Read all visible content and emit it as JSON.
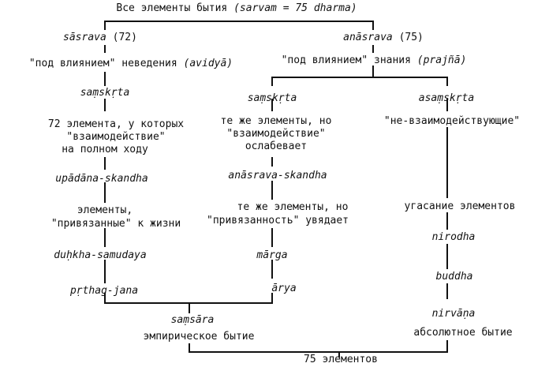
{
  "top": {
    "prefix": "Все элементы бытия",
    "formula": "(sarvam = 75 dharma)"
  },
  "left_head": {
    "term": "sāsrava",
    "count": "(72)",
    "desc_prefix": "\"под влиянием\" неведения",
    "desc_term": "(avidyā)"
  },
  "right_head": {
    "term": "anāsrava",
    "count": "(75)",
    "desc_prefix": "\"под влиянием\" знания",
    "desc_term": "(prajñā)"
  },
  "col1": {
    "samskrta": "saṃskṛta",
    "line1": "72 элемента, у которых",
    "line2": "\"взаимодействие\"",
    "line3": "на полном ходу",
    "skandha": "upādāna-skandha",
    "line4": "элементы,",
    "line5": "\"привязанные\" к жизни",
    "samudaya": "duḥkha-samudaya",
    "jana": "pṛthag-jana"
  },
  "col2": {
    "samskrta": "saṃskṛta",
    "line1": "те же элементы, но",
    "line2": "\"взаимодействие\"",
    "line3": "ослабевает",
    "skandha": "anāsrava-skandha",
    "line4": "те же элементы, но",
    "line5": "\"привязанность\" увядает",
    "marga": "mārga",
    "arya": "ārya"
  },
  "col3": {
    "asamskrta": "asaṃskṛta",
    "line1": "\"не-взаимодействующие\"",
    "line2": "угасание элементов",
    "nirodha": "nirodha",
    "buddha": "buddha",
    "nirvana": "nirvāṇa",
    "absolute": "абсолютное бытие"
  },
  "bottom": {
    "samsara": "saṃsāra",
    "empirical": "эмпирическое бытие",
    "total": "75 элементов"
  }
}
